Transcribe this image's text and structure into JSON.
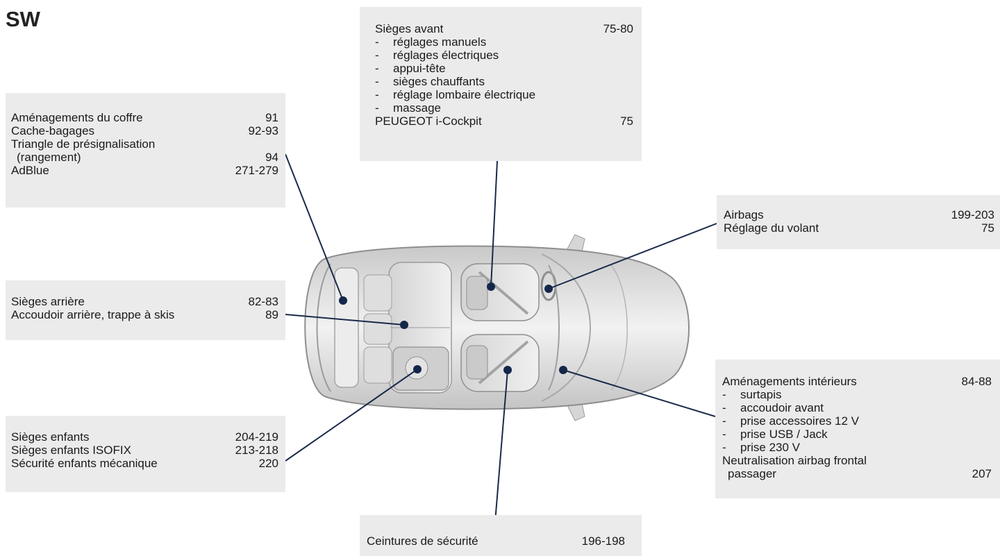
{
  "title": "SW",
  "colors": {
    "panel": "#ebebeb",
    "leader": "#1b2a4a",
    "dot": "#14274a"
  },
  "boxes": {
    "front_seats": {
      "heading": {
        "label": "Sièges avant",
        "page": "75-80"
      },
      "items": [
        "réglages manuels",
        "réglages électriques",
        "appui-tête",
        "sièges chauffants",
        "réglage lombaire électrique",
        "massage"
      ],
      "footer": {
        "label": "PEUGEOT i-Cockpit",
        "page": "75"
      }
    },
    "boot": {
      "rows": [
        {
          "label": "Aménagements du coffre",
          "page": "91"
        },
        {
          "label": "Cache-bagages",
          "page": "92-93"
        },
        {
          "label": "Triangle de présignalisation",
          "page": ""
        },
        {
          "label": "(rangement)",
          "page": "94"
        },
        {
          "label": "AdBlue",
          "page": "271-279"
        }
      ]
    },
    "airbags": {
      "rows": [
        {
          "label": "Airbags",
          "page": "199-203"
        },
        {
          "label": "Réglage du volant",
          "page": "75"
        }
      ]
    },
    "rear_seats": {
      "rows": [
        {
          "label": "Sièges arrière",
          "page": "82-83"
        },
        {
          "label": "Accoudoir arrière, trappe à skis",
          "page": "89"
        }
      ]
    },
    "interior": {
      "heading": {
        "label": "Aménagements intérieurs",
        "page": "84-88"
      },
      "items": [
        "surtapis",
        "accoudoir avant",
        "prise accessoires 12 V",
        "prise USB / Jack",
        "prise 230 V"
      ],
      "footer1": {
        "label": "Neutralisation airbag frontal",
        "page": ""
      },
      "footer2": {
        "label": "passager",
        "page": "207"
      }
    },
    "child_seats": {
      "rows": [
        {
          "label": "Sièges enfants",
          "page": "204-219"
        },
        {
          "label": "Sièges enfants ISOFIX",
          "page": "213-218"
        },
        {
          "label": "Sécurité enfants mécanique",
          "page": "220"
        }
      ]
    },
    "belts": {
      "rows": [
        {
          "label": "Ceintures de sécurité",
          "page": "196-198"
        }
      ]
    }
  }
}
